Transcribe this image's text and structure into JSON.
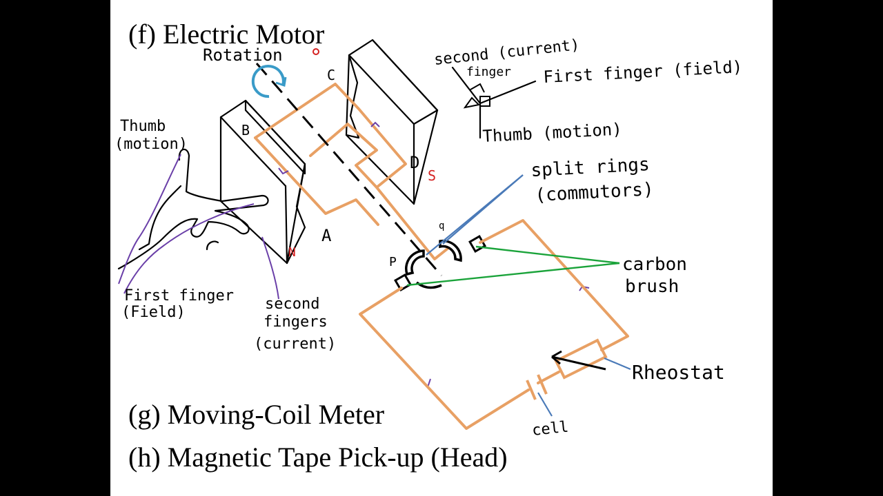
{
  "slide": {
    "headings": {
      "f": "(f) Electric Motor",
      "g": "(g) Moving-Coil Meter",
      "h": "(h) Magnetic Tape Pick-up (Head)"
    }
  },
  "diagram_labels": {
    "rotation": "Rotation",
    "corner_b": "B",
    "corner_c": "C",
    "corner_d": "D",
    "corner_a": "A",
    "pole_s": "S",
    "pole_n": "N",
    "ring_p": "P",
    "ring_q": "q",
    "thumb_motion_1": "Thumb",
    "thumb_motion_2": "(motion)",
    "first_finger_field_1": "First finger",
    "first_finger_field_2": "(Field)",
    "second_fingers_1": "second",
    "second_fingers_2": "fingers",
    "second_fingers_3": "(current)",
    "axis_second_finger_1": "second (current)",
    "axis_second_finger_2": "finger",
    "axis_first_finger": "First finger (field)",
    "axis_thumb": "Thumb (motion)",
    "split_rings_1": "split rings",
    "split_rings_2": "(commutors)",
    "carbon_brush_1": "carbon",
    "carbon_brush_2": "brush",
    "rheostat": "Rheostat",
    "cell": "cell"
  },
  "colors": {
    "background": "#000000",
    "slide": "#ffffff",
    "coil": "#e8a064",
    "rotation_arrow": "#3a9bc8",
    "pointer_blue": "#4a7ab8",
    "pointer_green": "#1aa33a",
    "annotation_purple": "#6a3fa8",
    "pole_red": "#d42020"
  }
}
